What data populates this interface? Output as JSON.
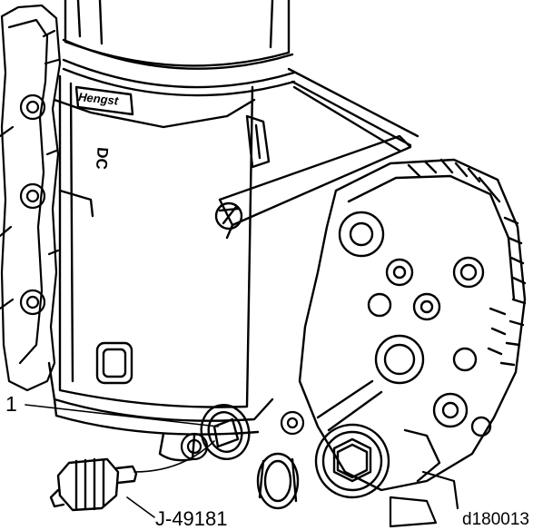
{
  "labels": {
    "callout_1": "1",
    "tool": "J-49181",
    "figure_id": "d180013",
    "brand_text": "Hengst",
    "housing_mark": "DC"
  },
  "colors": {
    "line": "#000000",
    "background": "#ffffff"
  }
}
